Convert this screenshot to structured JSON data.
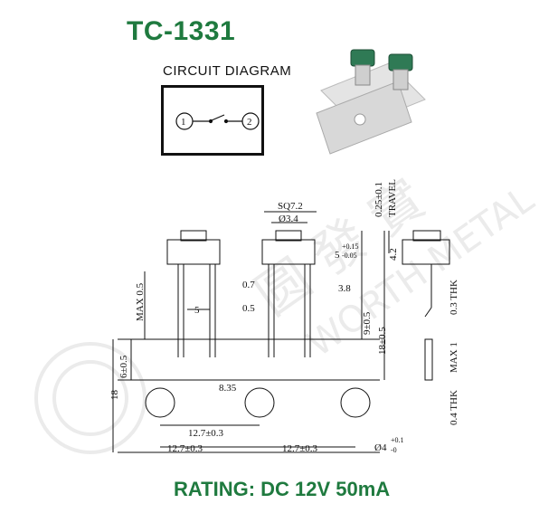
{
  "title": "TC-1331",
  "circuit": {
    "label": "CIRCUIT DIAGRAM",
    "pin1": "1",
    "pin2": "2"
  },
  "watermark": {
    "cjk": "圆 發 實",
    "latin": "WORTH METAL"
  },
  "dimensions": {
    "sq": "SQ7.2",
    "dia_cap": "Ø3.4",
    "height_5": "5",
    "tol_5_sup": "+0.15",
    "tol_5_sub": "-0.05",
    "travel_value": "0.25±0.1",
    "travel_label": "TRAVEL",
    "h_4_2": "4.2",
    "max_0_5": "MAX 0.5",
    "pin_spacing_5": "5",
    "d_0_7": "0.7",
    "d_0_5": "0.5",
    "d_3_8": "3.8",
    "d_9": "9±0.5",
    "d_18_05": "18±0.5",
    "thk_0_3": "0.3 THK",
    "max_1": "MAX 1",
    "thk_0_4": "0.4 THK",
    "d_6": "6±0.5",
    "d_18": "18",
    "d_8_35": "8.35",
    "d_12_7_a": "12.7±0.3",
    "d_12_7_b": "12.7±0.3",
    "d_12_7_c": "12.7±0.3",
    "hole": "Ø4",
    "hole_sup": "+0.1",
    "hole_sub": "-0"
  },
  "rating": "RATING: DC 12V 50mA"
}
